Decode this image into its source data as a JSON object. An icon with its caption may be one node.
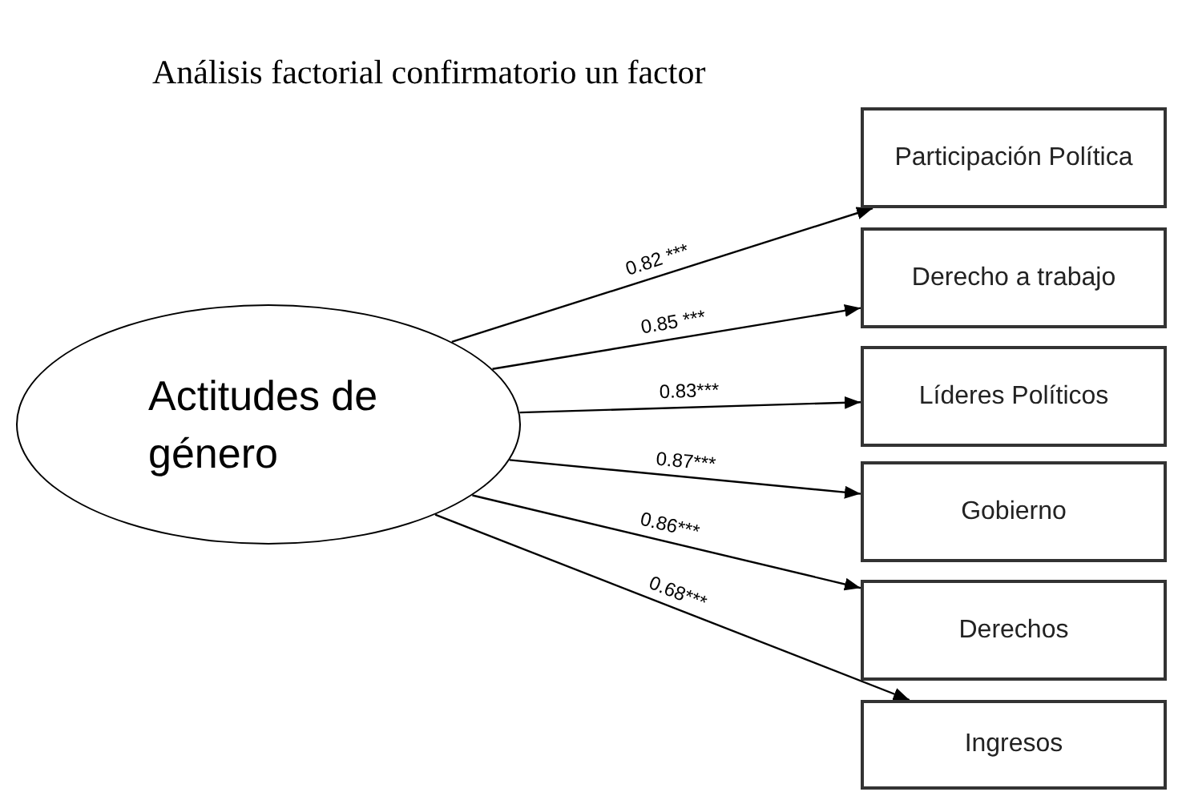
{
  "diagram": {
    "title": "Análisis factorial confirmatorio un factor",
    "nodes": [
      {
        "text": [
          "Actitudes de género"
        ]
      },
      {
        "text": [
          "Participación Política"
        ]
      },
      {
        "text": [
          "Derecho a trabajo"
        ]
      },
      {
        "text": [
          "Líderes Políticos"
        ]
      },
      {
        "text": [
          "Gobierno"
        ]
      },
      {
        "text": [
          "Derechos"
        ]
      },
      {
        "text": [
          "Ingresos"
        ]
      }
    ],
    "edges": [
      {
        "from": 0,
        "to": 1,
        "arrow": "to",
        "label": "0.82 ***"
      },
      {
        "from": 0,
        "to": 2,
        "arrow": "to",
        "label": "0.85 ***"
      },
      {
        "from": 0,
        "to": 3,
        "arrow": "to",
        "label": "0.83***"
      },
      {
        "from": 0,
        "to": 4,
        "arrow": "to",
        "label": "0.87***"
      },
      {
        "from": 0,
        "to": 5,
        "arrow": "to",
        "label": "0.86***"
      },
      {
        "from": 0,
        "to": 6,
        "arrow": "to",
        "label": "0.68***"
      }
    ]
  }
}
